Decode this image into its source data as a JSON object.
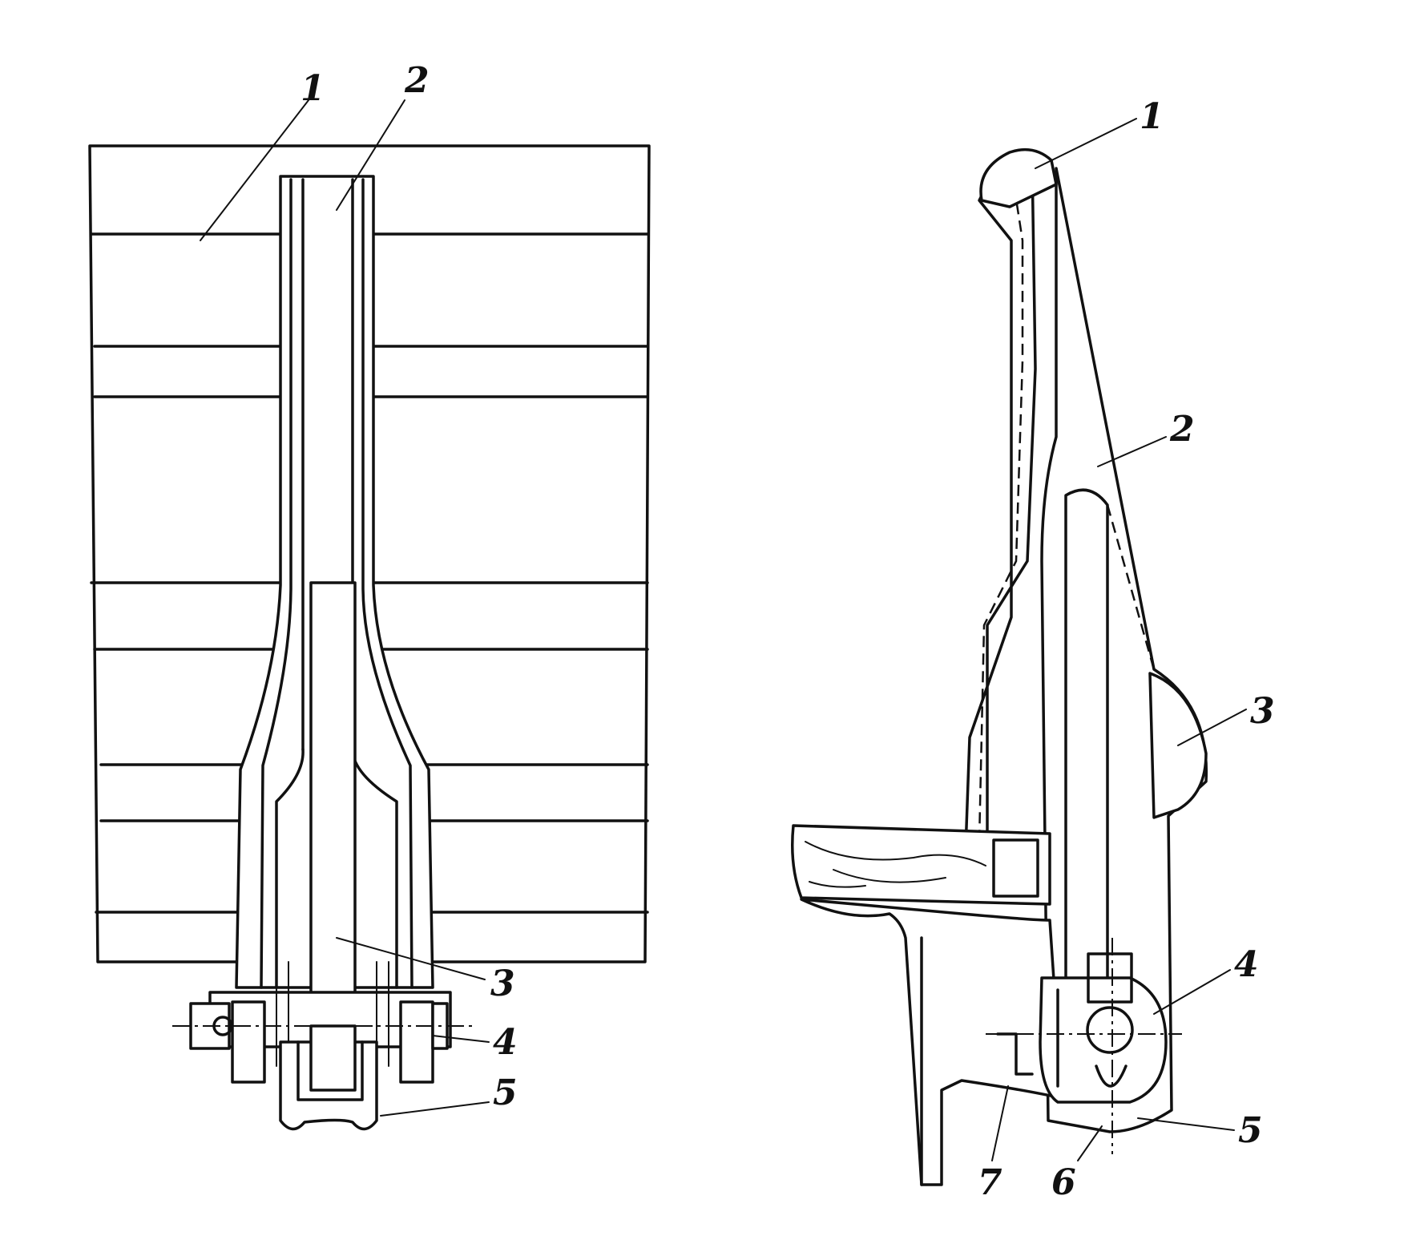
{
  "left_view": {
    "labels": [
      "1",
      "2",
      "3",
      "4",
      "5"
    ]
  },
  "right_view": {
    "labels": [
      "1",
      "2",
      "3",
      "4",
      "5",
      "6",
      "7"
    ]
  }
}
